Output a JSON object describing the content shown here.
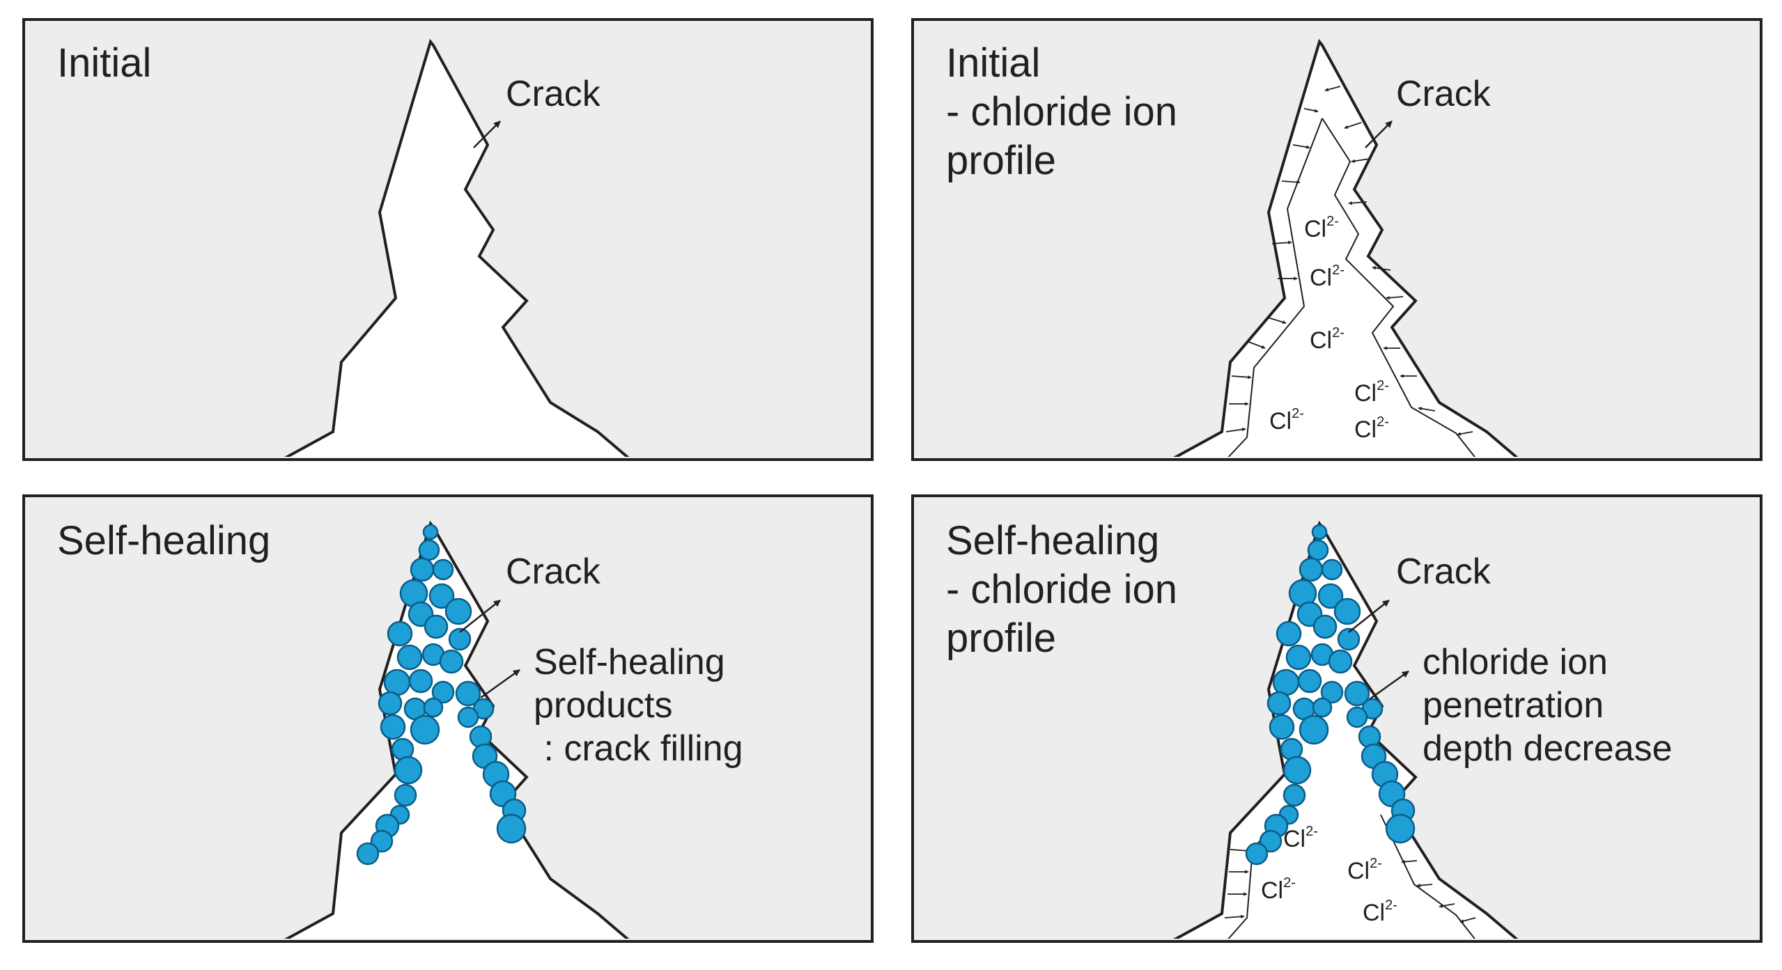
{
  "panels": {
    "p1": {
      "title_lines": [
        "Initial"
      ],
      "crack_label": "Crack"
    },
    "p2": {
      "title_lines": [
        "Initial",
        "- chloride ion",
        "profile"
      ],
      "crack_label": "Crack"
    },
    "p3": {
      "title_lines": [
        "Self-healing"
      ],
      "crack_label": "Crack",
      "note_lines": [
        "Self-healing",
        "products",
        " : crack filling"
      ]
    },
    "p4": {
      "title_lines": [
        "Self-healing",
        "- chloride ion",
        "profile"
      ],
      "crack_label": "Crack",
      "note_lines": [
        "chloride ion",
        "penetration",
        "depth decrease"
      ]
    }
  },
  "ion": {
    "symbol": "Cl",
    "charge": "2-"
  },
  "colors": {
    "panel_bg": "#ededed",
    "crack_bg": "#ffffff",
    "outline": "#231f20",
    "product_fill": "#1e9fd6",
    "product_stroke": "#0a5d88"
  }
}
